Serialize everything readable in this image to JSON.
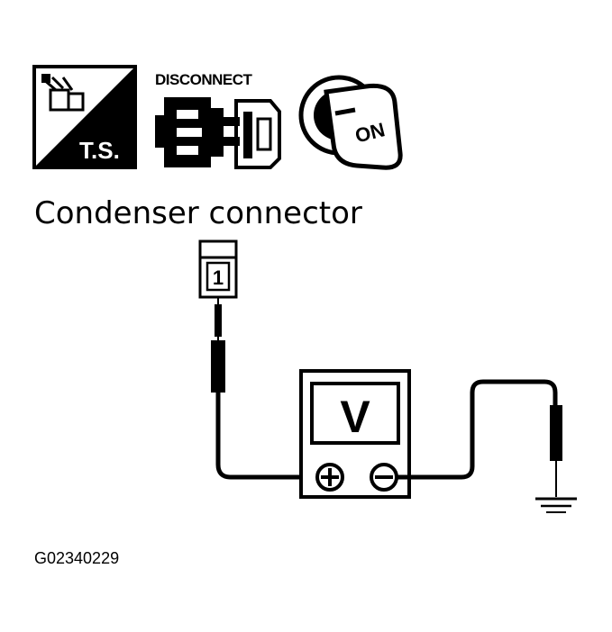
{
  "icons": {
    "ts_label": "T.S.",
    "disconnect_label": "DISCONNECT",
    "ignition_label": "ON"
  },
  "diagram": {
    "title": "Condenser connector",
    "terminal_number": "1",
    "meter_label": "V",
    "figure_code": "G02340229"
  },
  "colors": {
    "ink": "#000000",
    "paper": "#ffffff"
  }
}
